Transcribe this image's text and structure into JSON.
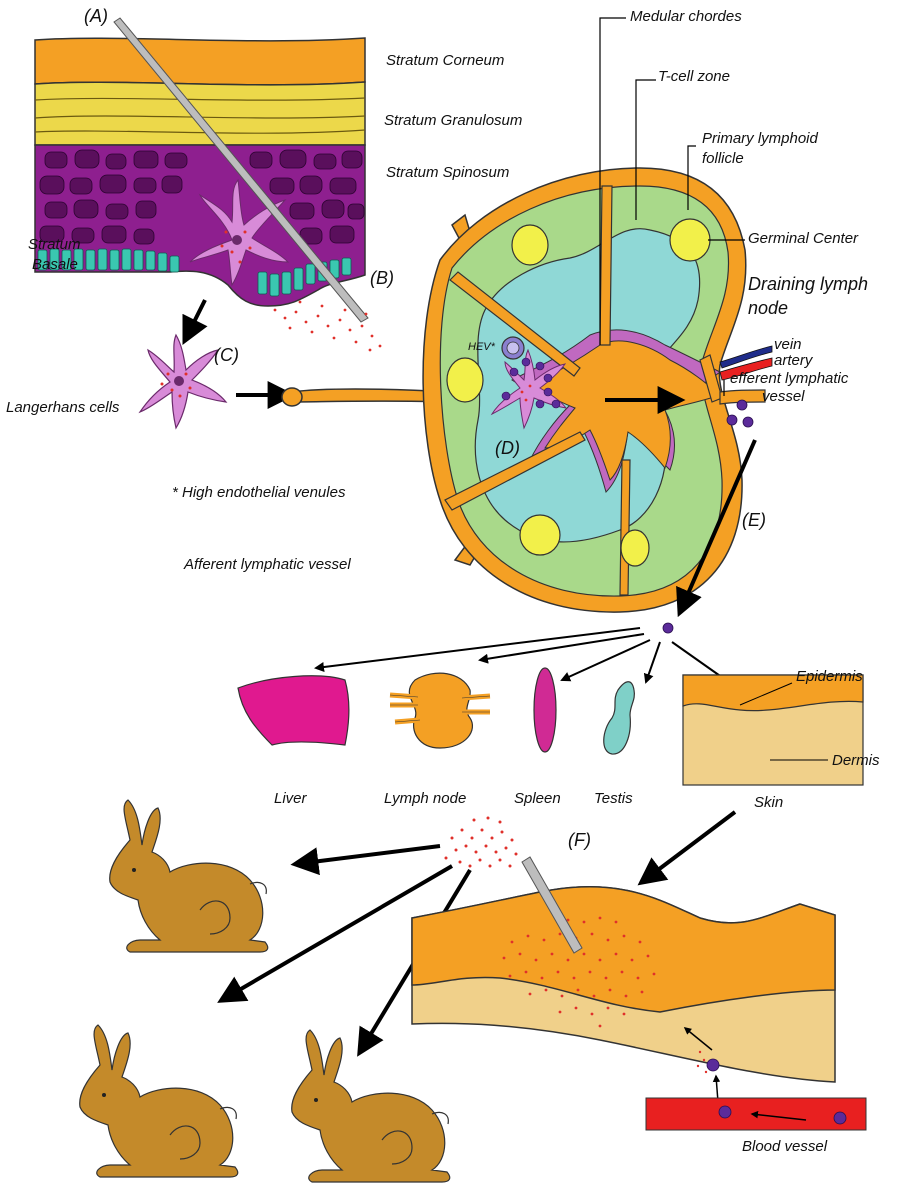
{
  "letters": {
    "a": "(A)",
    "b": "(B)",
    "c": "(C)",
    "d": "(D)",
    "e": "(E)",
    "f": "(F)"
  },
  "epidermis_layers": {
    "corneum": "Stratum Corneum",
    "granulosum": "Stratum Granulosum",
    "spinosum": "Stratum Spinosum",
    "basale_line1": "Stratum",
    "basale_line2": "Basale"
  },
  "lymph_node": {
    "medular": "Medular chordes",
    "tcell": "T-cell zone",
    "follicle_line1": "Primary lymphoid",
    "follicle_line2": "follicle",
    "germinal": "Germinal Center",
    "draining_line1": "Draining lymph",
    "draining_line2": "node",
    "vein": "vein",
    "artery": "artery",
    "efferent_line1": "efferent lymphatic",
    "efferent_line2": "vessel",
    "hev": "HEV*",
    "afferent": "Afferent lymphatic vessel"
  },
  "cells": {
    "langerhans": "Langerhans cells",
    "hev_note": "* High endothelial venules"
  },
  "organs": {
    "liver": "Liver",
    "lymph_node": "Lymph node",
    "spleen": "Spleen",
    "testis": "Testis",
    "skin": "Skin",
    "epidermis": "Epidermis",
    "dermis": "Dermis"
  },
  "bottom": {
    "blood_vessel": "Blood vessel"
  },
  "colors": {
    "stratum_corneum": "#f4a024",
    "stratum_granulosum": "#ecd84a",
    "stratum_spinosum": "#8e1f8f",
    "stratum_basale": "#3ac7b0",
    "lymph_capsule": "#f4a024",
    "follicle_zone": "#a9d98a",
    "tcell_zone": "#8fd8d6",
    "medullary": "#c069c0",
    "germinal_center": "#f2f04a",
    "langerhans_cell": "#d88bd8",
    "lymphocyte": "#5b2b9a",
    "antigen_dots": "#e0302a",
    "liver": "#e0198f",
    "spleen": "#d02a94",
    "testis": "#7fd0c8",
    "dermis": "#f0d08a",
    "blood_vessel": "#e82020",
    "rabbit": "#c48a2a"
  }
}
